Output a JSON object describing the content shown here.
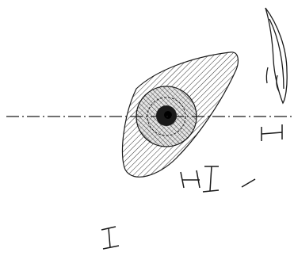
{
  "colors": {
    "background": "#ffffff",
    "ink": "#1a1a1a",
    "fill": "#d2d2d2"
  },
  "elements": {
    "centerline": "dash-dot-line",
    "outer_blob": "hatched-pupil-shape",
    "inner_ring": "cross-hatched-ring",
    "core": "solid-black-dot",
    "side_sketch": "leaf-shaped-scribble",
    "symbols": [
      "i-beam-mark",
      "h-mark",
      "i-beam-mark",
      "h-mark",
      "i-beam-mark",
      "dash-mark"
    ]
  }
}
